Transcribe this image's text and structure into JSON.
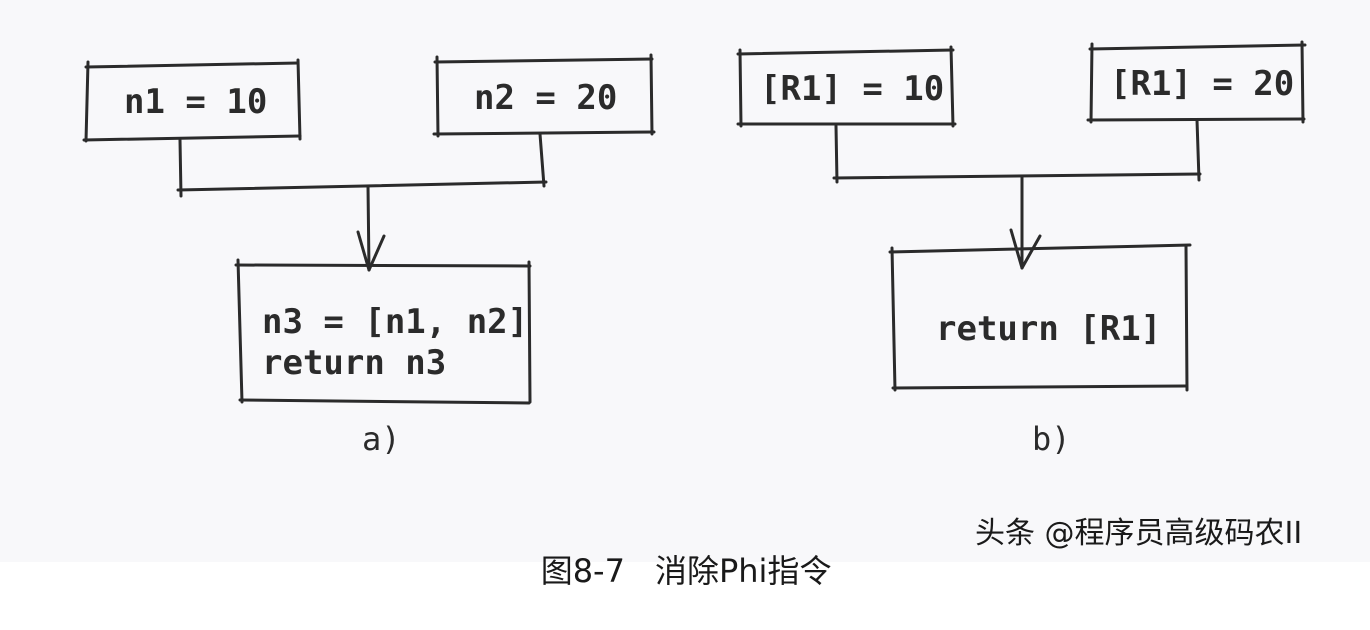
{
  "diagram_a": {
    "node_n1": "n1 = 10",
    "node_n2": "n2 = 20",
    "node_n3_line1": "n3 = [n1, n2]",
    "node_n3_line2": "return n3",
    "label": "a)"
  },
  "diagram_b": {
    "node_left": "[R1] = 10",
    "node_right": "[R1] = 20",
    "node_return": "return [R1]",
    "label": "b)"
  },
  "caption": {
    "figure_number": "图8-7",
    "title": "消除Phi指令"
  },
  "watermark": "头条 @程序员高级码农II",
  "colors": {
    "ink": "#2b2b2b",
    "background": "#f8f8fa"
  }
}
